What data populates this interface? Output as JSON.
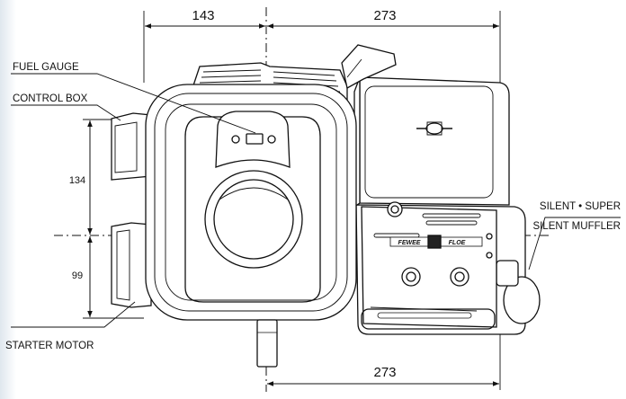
{
  "dimensions": {
    "top_left": "143",
    "top_right": "273",
    "bottom": "273",
    "left_upper": "134",
    "left_lower": "99"
  },
  "labels": {
    "fuel_gauge": "FUEL GAUGE",
    "control_box": "CONTROL BOX",
    "starter_motor": "STARTER MOTOR",
    "silent_super": "SILENT • SUPER",
    "silent_muffler": "SILENT MUFFLER"
  },
  "plate_text": {
    "left": "FEWEE",
    "right": "FLOE"
  },
  "colors": {
    "line": "#111111",
    "background": "#ffffff"
  }
}
